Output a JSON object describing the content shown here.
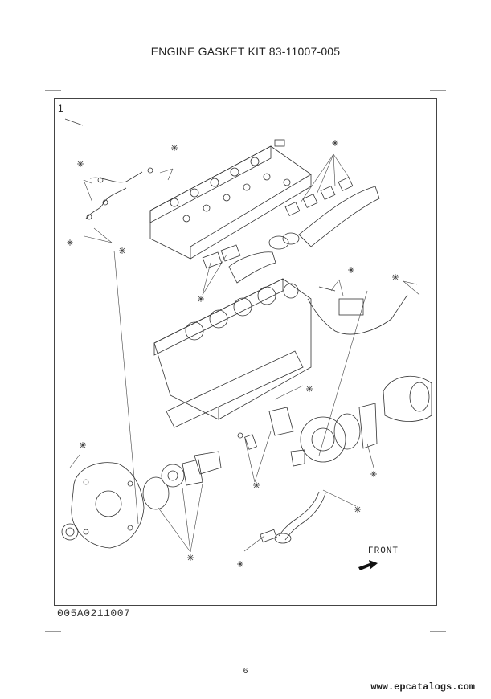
{
  "header": {
    "title": "ENGINE GASKET KIT  83-11007-005"
  },
  "diagram": {
    "callout_number": "1",
    "drawing_number": "005A0211007",
    "front_label": "FRONT",
    "front_arrow_icon": "front-direction-arrow-icon",
    "asterisk_icon": "asterisk-icon"
  },
  "footer": {
    "page_number": "6",
    "website": "www.epcatalogs.com"
  }
}
